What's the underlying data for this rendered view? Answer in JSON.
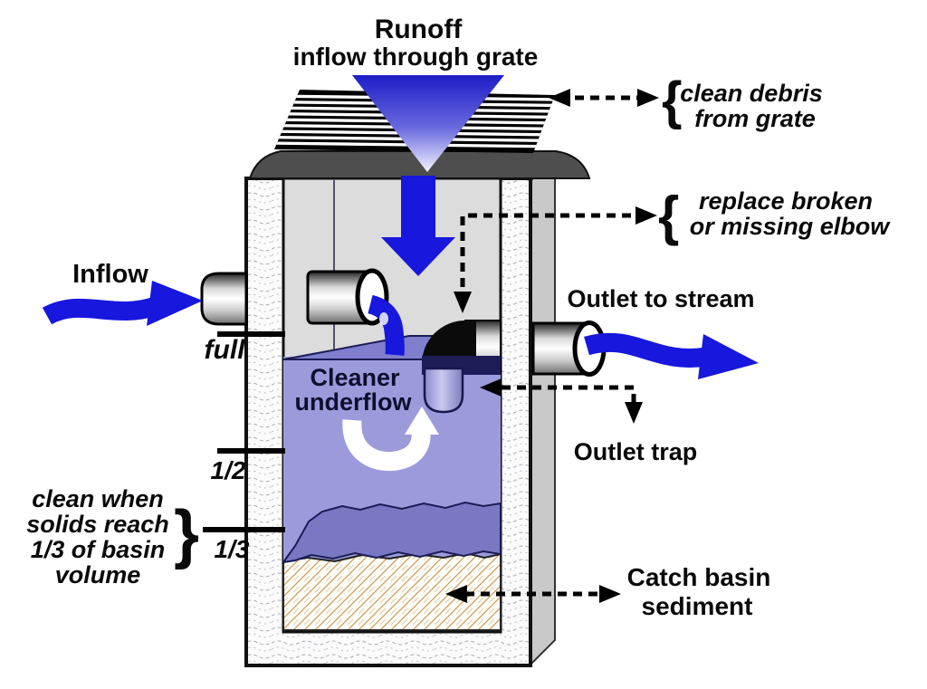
{
  "title": {
    "line1": "Runoff",
    "line2": "inflow through grate"
  },
  "labels": {
    "inflow": "Inflow",
    "outlet_stream": "Outlet to stream",
    "outlet_trap": "Outlet trap",
    "cleaner_underflow_line1": "Cleaner",
    "cleaner_underflow_line2": "underflow",
    "catch_basin_line1": "Catch basin",
    "catch_basin_line2": "sediment",
    "level_full": "full",
    "level_half": "1/2",
    "level_third": "1/3"
  },
  "annotations": {
    "clean_debris_line1": "clean debris",
    "clean_debris_line2": "from grate",
    "replace_elbow_line1": "replace broken",
    "replace_elbow_line2": "or missing elbow",
    "clean_when_line1": "clean when",
    "clean_when_line2": "solids reach",
    "clean_when_line3": "1/3 of basin",
    "clean_when_line4": "volume"
  },
  "glyphs": {
    "brace_open": "{",
    "brace_close": "}"
  },
  "colors": {
    "flow_blue": "#1717dd",
    "water": "#9b9bdc",
    "water_surface": "#7f7fce",
    "sludge": "#7979c3",
    "air": "#dcdcdc",
    "collar_gray": "#4e4e4e",
    "side_gray": "#c9c9c9",
    "hatch_tan": "#c99f63",
    "navy_line": "#1b1b55"
  }
}
